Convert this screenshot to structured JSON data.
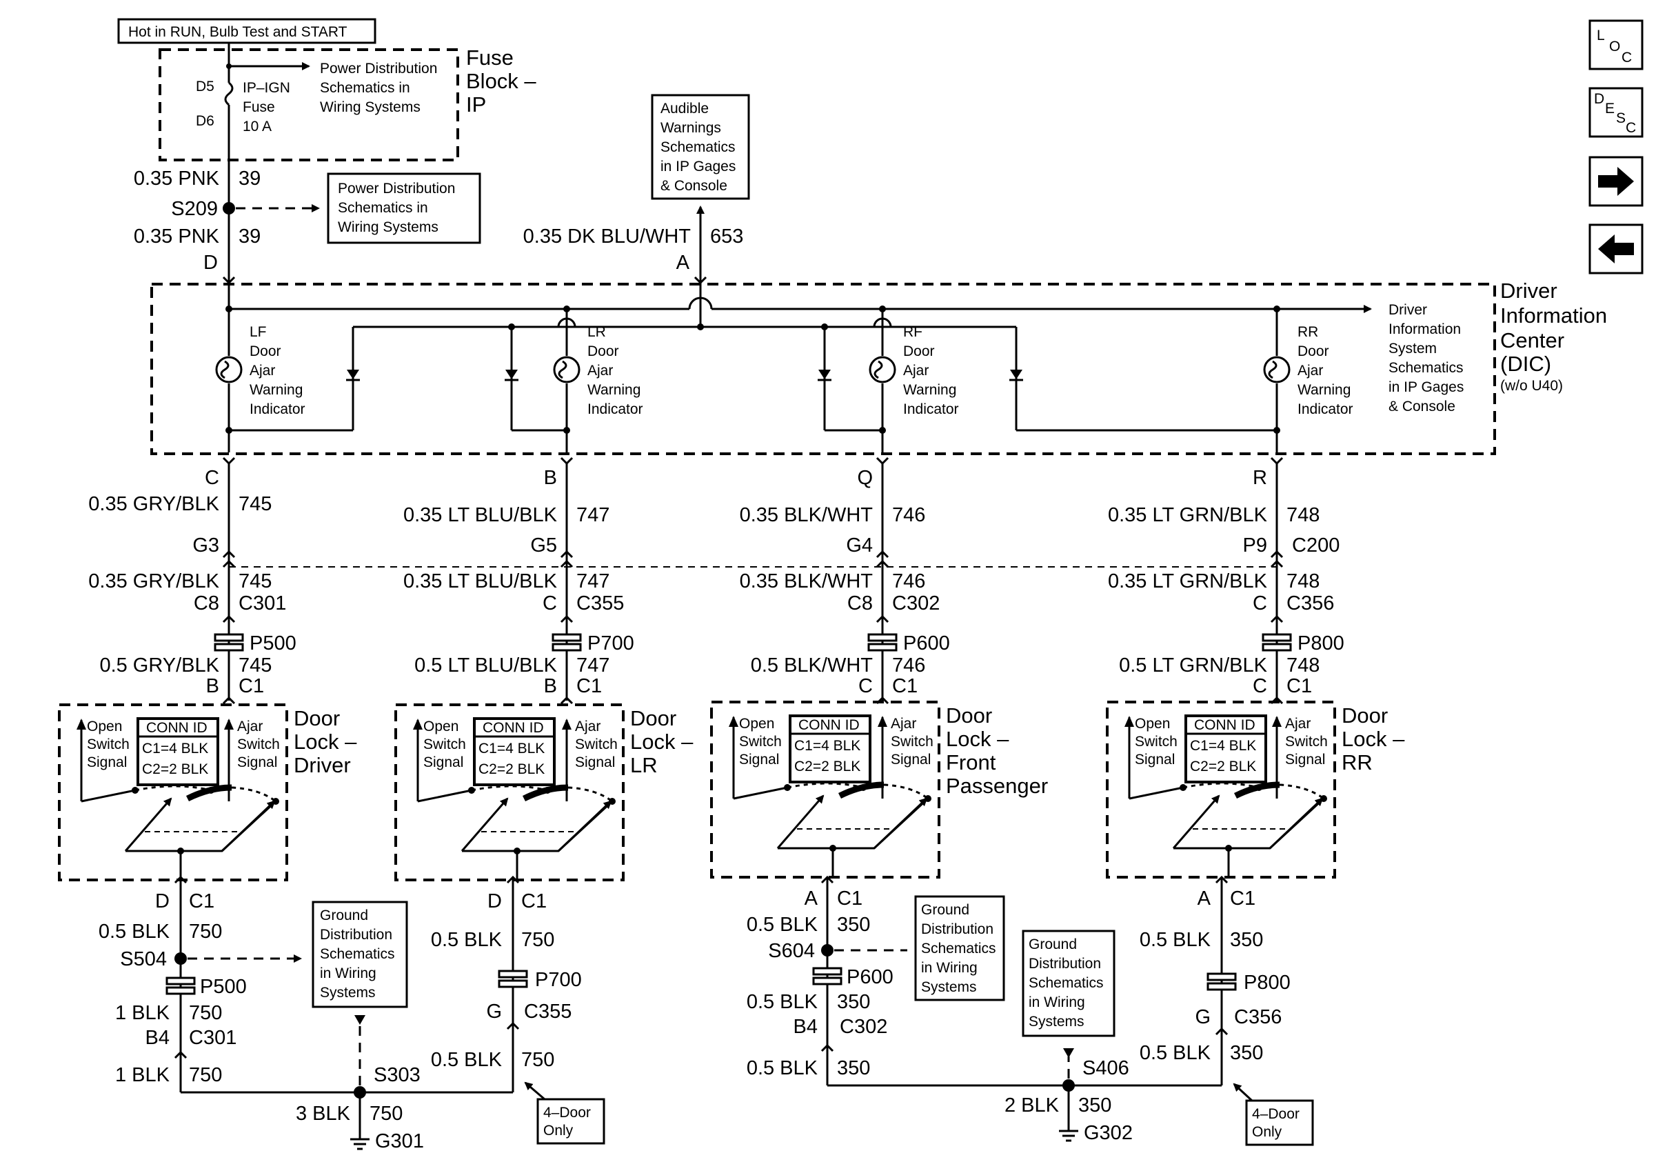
{
  "header_note": "Hot in RUN, Bulb Test and START",
  "fuse_block": {
    "name_lines": [
      "Fuse",
      "Block –",
      "IP"
    ],
    "fuse_lines": [
      "IP–IGN",
      "Fuse",
      "10 A"
    ],
    "pin_top": "D5",
    "pin_bottom": "D6",
    "ref_lines": [
      "Power Distribution",
      "Schematics in",
      "Wiring Systems"
    ]
  },
  "feed": {
    "wire_upper": "0.35 PNK",
    "circuit_upper": "39",
    "splice": "S209",
    "wire_lower": "0.35 PNK",
    "circuit_lower": "39",
    "pin": "D",
    "ref_lines": [
      "Power Distribution",
      "Schematics in",
      "Wiring Systems"
    ]
  },
  "audible": {
    "ref_lines": [
      "Audible",
      "Warnings",
      "Schematics",
      "in IP Gages",
      "& Console"
    ],
    "wire": "0.35 DK BLU/WHT",
    "circuit": "653",
    "pin": "A"
  },
  "dic": {
    "name_lines": [
      "Driver",
      "Information",
      "Center",
      "(DIC)"
    ],
    "note": "(w/o U40)",
    "ref_lines": [
      "Driver",
      "Information",
      "System",
      "Schematics",
      "in IP Gages",
      "& Console"
    ]
  },
  "indicators": [
    {
      "lines": [
        "LF",
        "Door",
        "Ajar",
        "Warning",
        "Indicator"
      ]
    },
    {
      "lines": [
        "LR",
        "Door",
        "Ajar",
        "Warning",
        "Indicator"
      ]
    },
    {
      "lines": [
        "RF",
        "Door",
        "Ajar",
        "Warning",
        "Indicator"
      ]
    },
    {
      "lines": [
        "RR",
        "Door",
        "Ajar",
        "Warning",
        "Indicator"
      ]
    }
  ],
  "branches": [
    {
      "dic_pin": "C",
      "wire1": "0.35 GRY/BLK",
      "circuit": "745",
      "g_pin": "G3",
      "wire2": "0.35 GRY/BLK",
      "c_pin": "C8",
      "c_conn": "C301",
      "p_conn": "P500",
      "wire3": "0.5 GRY/BLK",
      "sw_pin": "B",
      "sw_conn": "C1",
      "switch_name": [
        "Door",
        "Lock –",
        "Driver"
      ]
    },
    {
      "dic_pin": "B",
      "wire1": "0.35 LT BLU/BLK",
      "circuit": "747",
      "g_pin": "G5",
      "wire2": "0.35 LT BLU/BLK",
      "c_pin": "C",
      "c_conn": "C355",
      "p_conn": "P700",
      "wire3": "0.5 LT BLU/BLK",
      "sw_pin": "B",
      "sw_conn": "C1",
      "switch_name": [
        "Door",
        "Lock –",
        "LR"
      ]
    },
    {
      "dic_pin": "Q",
      "wire1": "0.35 BLK/WHT",
      "circuit": "746",
      "g_pin": "G4",
      "wire2": "0.35 BLK/WHT",
      "c_pin": "C8",
      "c_conn": "C302",
      "p_conn": "P600",
      "wire3": "0.5 BLK/WHT",
      "sw_pin": "C",
      "sw_conn": "C1",
      "switch_name": [
        "Door",
        "Lock –",
        "Front",
        "Passenger"
      ]
    },
    {
      "dic_pin": "R",
      "wire1": "0.35 LT GRN/BLK",
      "circuit": "748",
      "g_pin": "P9",
      "g_conn": "C200",
      "wire2": "0.35 LT GRN/BLK",
      "c_pin": "C",
      "c_conn": "C356",
      "p_conn": "P800",
      "wire3": "0.5 LT GRN/BLK",
      "sw_pin": "C",
      "sw_conn": "C1",
      "switch_name": [
        "Door",
        "Lock –",
        "RR"
      ]
    }
  ],
  "switch": {
    "open_lines": [
      "Open",
      "Switch",
      "Signal"
    ],
    "ajar_lines": [
      "Ajar",
      "Switch",
      "Signal"
    ],
    "conn_id_title": "CONN ID",
    "conn_c1": "C1=4 BLK",
    "conn_c2": "C2=2 BLK"
  },
  "ground_left": {
    "d_pin": "D",
    "d_conn": "C1",
    "wire_a": "0.5 BLK",
    "circuit": "750",
    "splice": "S504",
    "p_conn": "P500",
    "wire_b": "1 BLK",
    "b_pin": "B4",
    "b_conn": "C301",
    "wire_c": "1 BLK",
    "lr_d_pin": "D",
    "lr_d_conn": "C1",
    "lr_wire_a": "0.5 BLK",
    "lr_p_conn": "P700",
    "lr_g_pin": "G",
    "lr_g_conn": "C355",
    "lr_wire_b": "0.5 BLK",
    "main_splice": "S303",
    "main_wire": "3 BLK",
    "ground": "G301",
    "ref_lines": [
      "Ground",
      "Distribution",
      "Schematics",
      "in Wiring",
      "Systems"
    ],
    "note_lines": [
      "4–Door",
      "Only"
    ]
  },
  "ground_right": {
    "a_pin": "A",
    "a_conn": "C1",
    "wire_a": "0.5 BLK",
    "circuit": "350",
    "splice": "S604",
    "p_conn": "P600",
    "wire_b": "0.5 BLK",
    "b_pin": "B4",
    "b_conn": "C302",
    "wire_c": "0.5 BLK",
    "rr_a_pin": "A",
    "rr_a_conn": "C1",
    "rr_wire_a": "0.5 BLK",
    "rr_p_conn": "P800",
    "rr_g_pin": "G",
    "rr_g_conn": "C356",
    "rr_wire_b": "0.5 BLK",
    "main_splice": "S406",
    "main_wire": "2 BLK",
    "ground": "G302",
    "ref_lines_a": [
      "Ground",
      "Distribution",
      "Schematics",
      "in Wiring",
      "Systems"
    ],
    "ref_lines_b": [
      "Ground",
      "Distribution",
      "Schematics",
      "in Wiring",
      "Systems"
    ],
    "note_lines": [
      "4–Door",
      "Only"
    ]
  },
  "nav": {
    "loc": [
      "L",
      "O",
      "C"
    ],
    "desc": [
      "D",
      "E",
      "S",
      "C"
    ]
  }
}
